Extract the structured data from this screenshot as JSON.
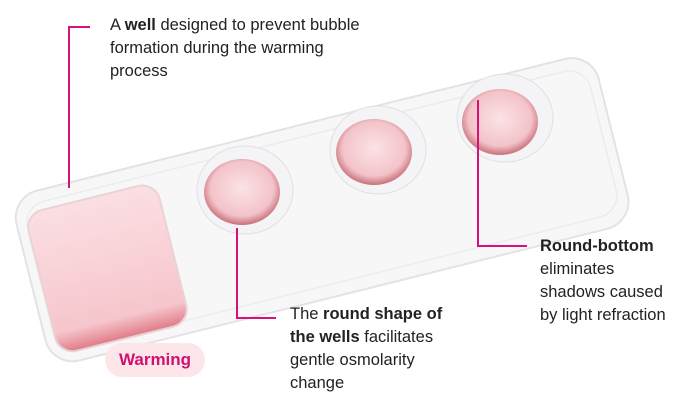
{
  "callouts": {
    "well": {
      "pre": "A ",
      "bold": "well",
      "post": " designed to prevent bubble formation during the warming process"
    },
    "round_shape": {
      "pre": "The ",
      "bold": "round shape of the wells",
      "post": " facilitates gentle osmolarity change"
    },
    "round_bottom": {
      "bold": "Round-bottom",
      "post": " eliminates shadows caused by light refraction"
    }
  },
  "badge": {
    "label": "Warming"
  },
  "colors": {
    "accent": "#d6127a",
    "badge_bg": "#fde6ea",
    "badge_text": "#d0116f",
    "liquid": "#f6c4cc"
  }
}
